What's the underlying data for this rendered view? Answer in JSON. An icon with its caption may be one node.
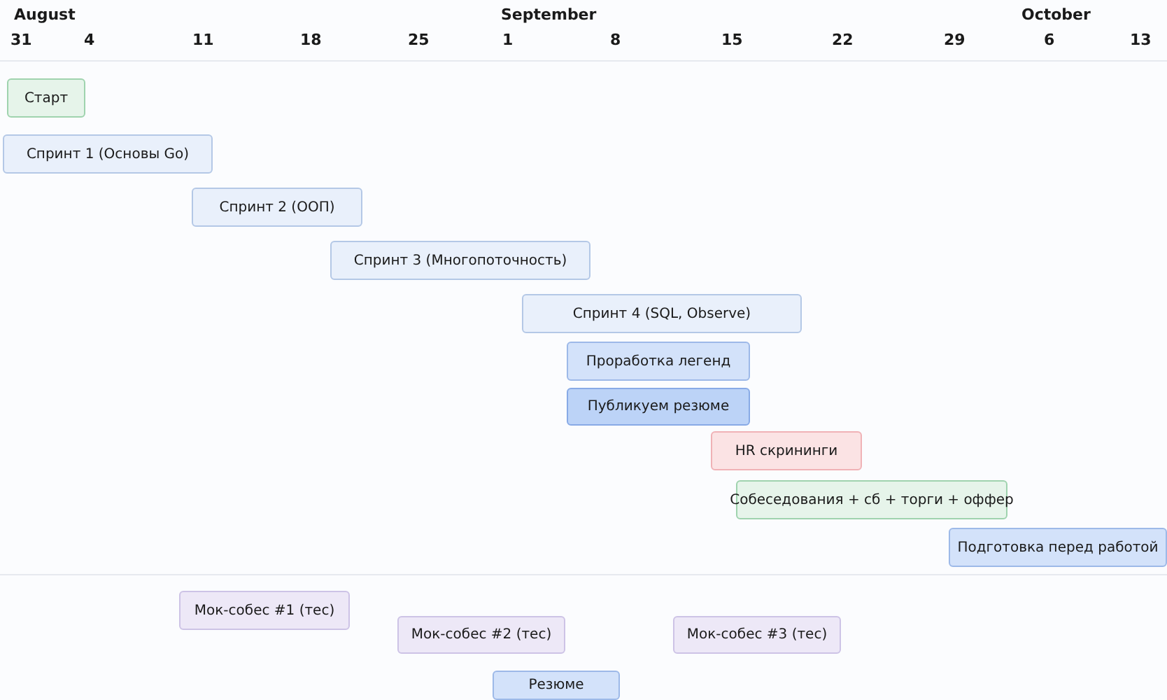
{
  "diagram": {
    "nodes": [
      {
        "text": [
          "Старт"
        ]
      },
      {
        "text": [
          "Спринт 1 (Основы Go)"
        ]
      },
      {
        "text": [
          "Спринт 2 (ООП)"
        ]
      },
      {
        "text": [
          "Спринт 3 (Многопоточность)"
        ]
      },
      {
        "text": [
          "Спринт 4 (SQL, Observe)"
        ]
      },
      {
        "text": [
          "Проработка легенд"
        ]
      },
      {
        "text": [
          "Публикуем резюме"
        ]
      },
      {
        "text": [
          "HR скрининги"
        ]
      },
      {
        "text": [
          "Собеседования + сб + торги + оффер"
        ]
      },
      {
        "text": [
          "Подготовка перед работой"
        ]
      },
      {
        "text": [
          "Мок-собес #1 (тес)"
        ]
      },
      {
        "text": [
          "Мок-собес #2 (тес)"
        ]
      },
      {
        "text": [
          "Мок-собес #3 (тес)"
        ]
      },
      {
        "text": [
          "Резюме"
        ]
      }
    ],
    "edges": [],
    "labels": [
      "August",
      "September",
      "October",
      "31",
      "4",
      "11",
      "18",
      "25",
      "1",
      "8",
      "15",
      "22",
      "29",
      "6",
      "13"
    ]
  }
}
